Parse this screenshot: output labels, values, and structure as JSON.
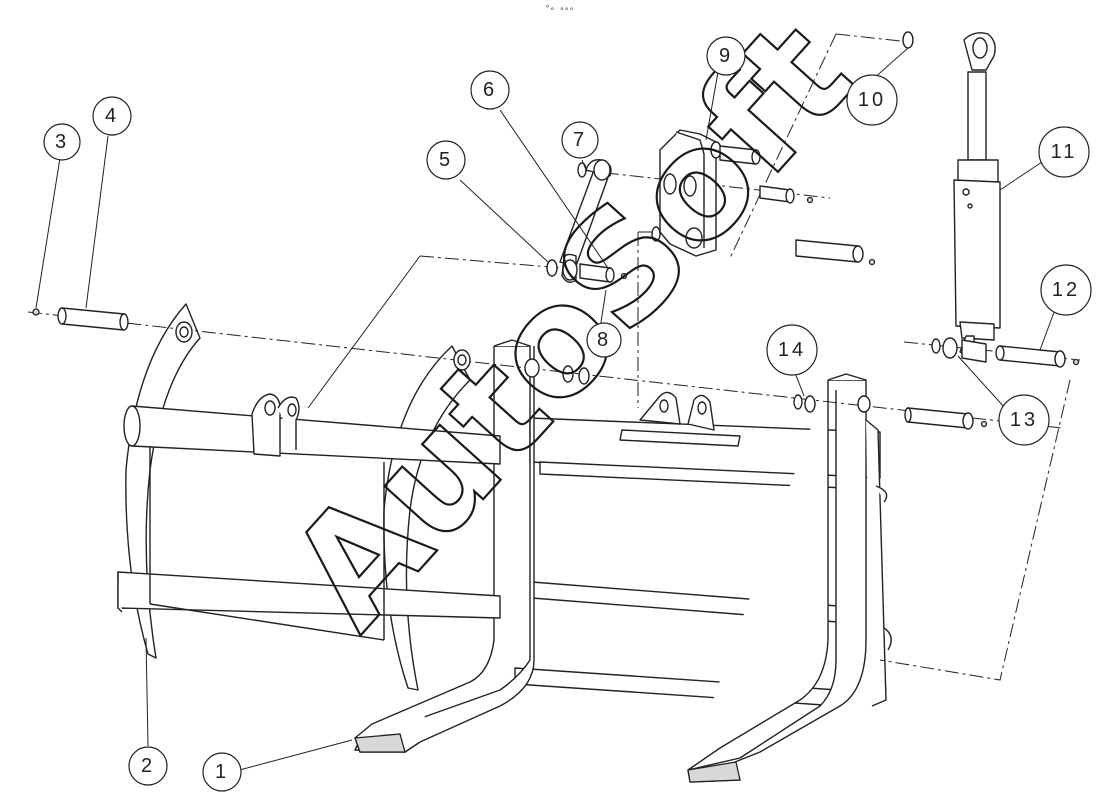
{
  "header_mark": "ᵒₒ ₒₒₒ",
  "watermark": "AutoSoft",
  "callouts": [
    "1",
    "2",
    "3",
    "4",
    "5",
    "6",
    "7",
    "8",
    "9",
    "10",
    "11",
    "12",
    "13",
    "14"
  ],
  "colors": {
    "line": "#222222",
    "background": "#ffffff",
    "shade": "#d8d8d8"
  }
}
